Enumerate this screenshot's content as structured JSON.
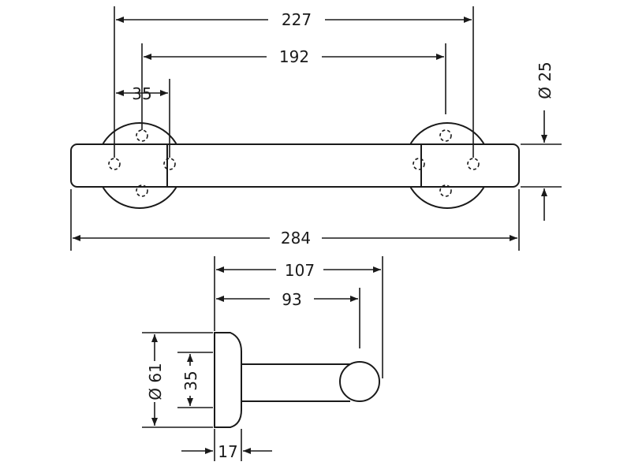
{
  "dimensions": {
    "width_total_mounts": "227",
    "width_hole_centers": "192",
    "mount_hole_spacing": "35",
    "tube_diameter": "Ø 25",
    "overall_length": "284",
    "depth_total": "107",
    "depth_to_tube": "93",
    "rosette_diameter": "Ø 61",
    "rosette_hole_spacing": "35",
    "rosette_thickness": "17"
  }
}
